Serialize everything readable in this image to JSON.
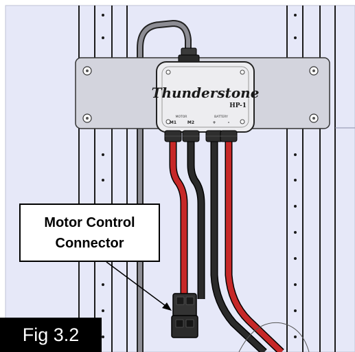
{
  "device": {
    "brand": "Thunderstone",
    "model": "HP-1",
    "port_group_left": "MOTOR",
    "port_group_right": "BATTERY",
    "port_left_1": "M1",
    "port_left_2": "M2",
    "port_right_1": "+",
    "port_right_2": "-"
  },
  "callout": {
    "line1": "Motor Control",
    "line2": "Connector"
  },
  "figure": {
    "label": "Fig 3.2"
  },
  "colors": {
    "background": "#e6e8f8",
    "frame": "#1a1a1a",
    "plate": "#d3d4dd",
    "enclosure": "#ededf0",
    "red_wire": "#c62828",
    "black_wire": "#222222",
    "label_background": "#000000"
  }
}
